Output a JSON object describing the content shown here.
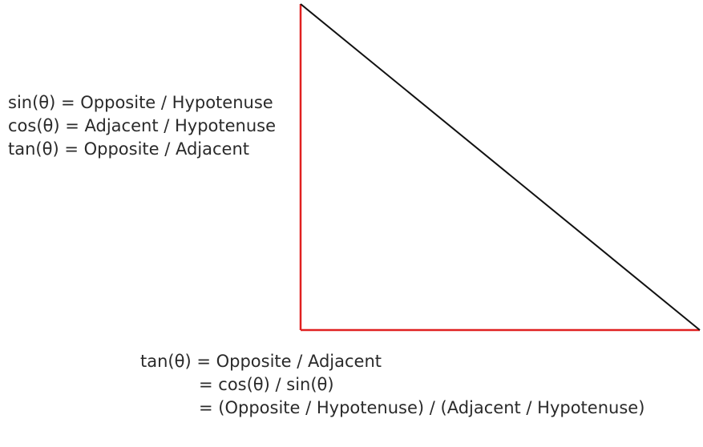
{
  "definitions": {
    "sin": "sin(θ) = Opposite / Hypotenuse",
    "cos": "cos(θ) = Adjacent / Hypotenuse",
    "tan": "tan(θ) = Opposite / Adjacent"
  },
  "derivation": {
    "line1": "tan(θ) = Opposite / Adjacent",
    "line2": "= cos(θ) / sin(θ)",
    "line3": "= (Opposite / Hypotenuse) / (Adjacent / Hypotenuse)"
  },
  "colors": {
    "legs": "#e02020",
    "hypotenuse": "#111111",
    "text": "#2a2a2a"
  }
}
